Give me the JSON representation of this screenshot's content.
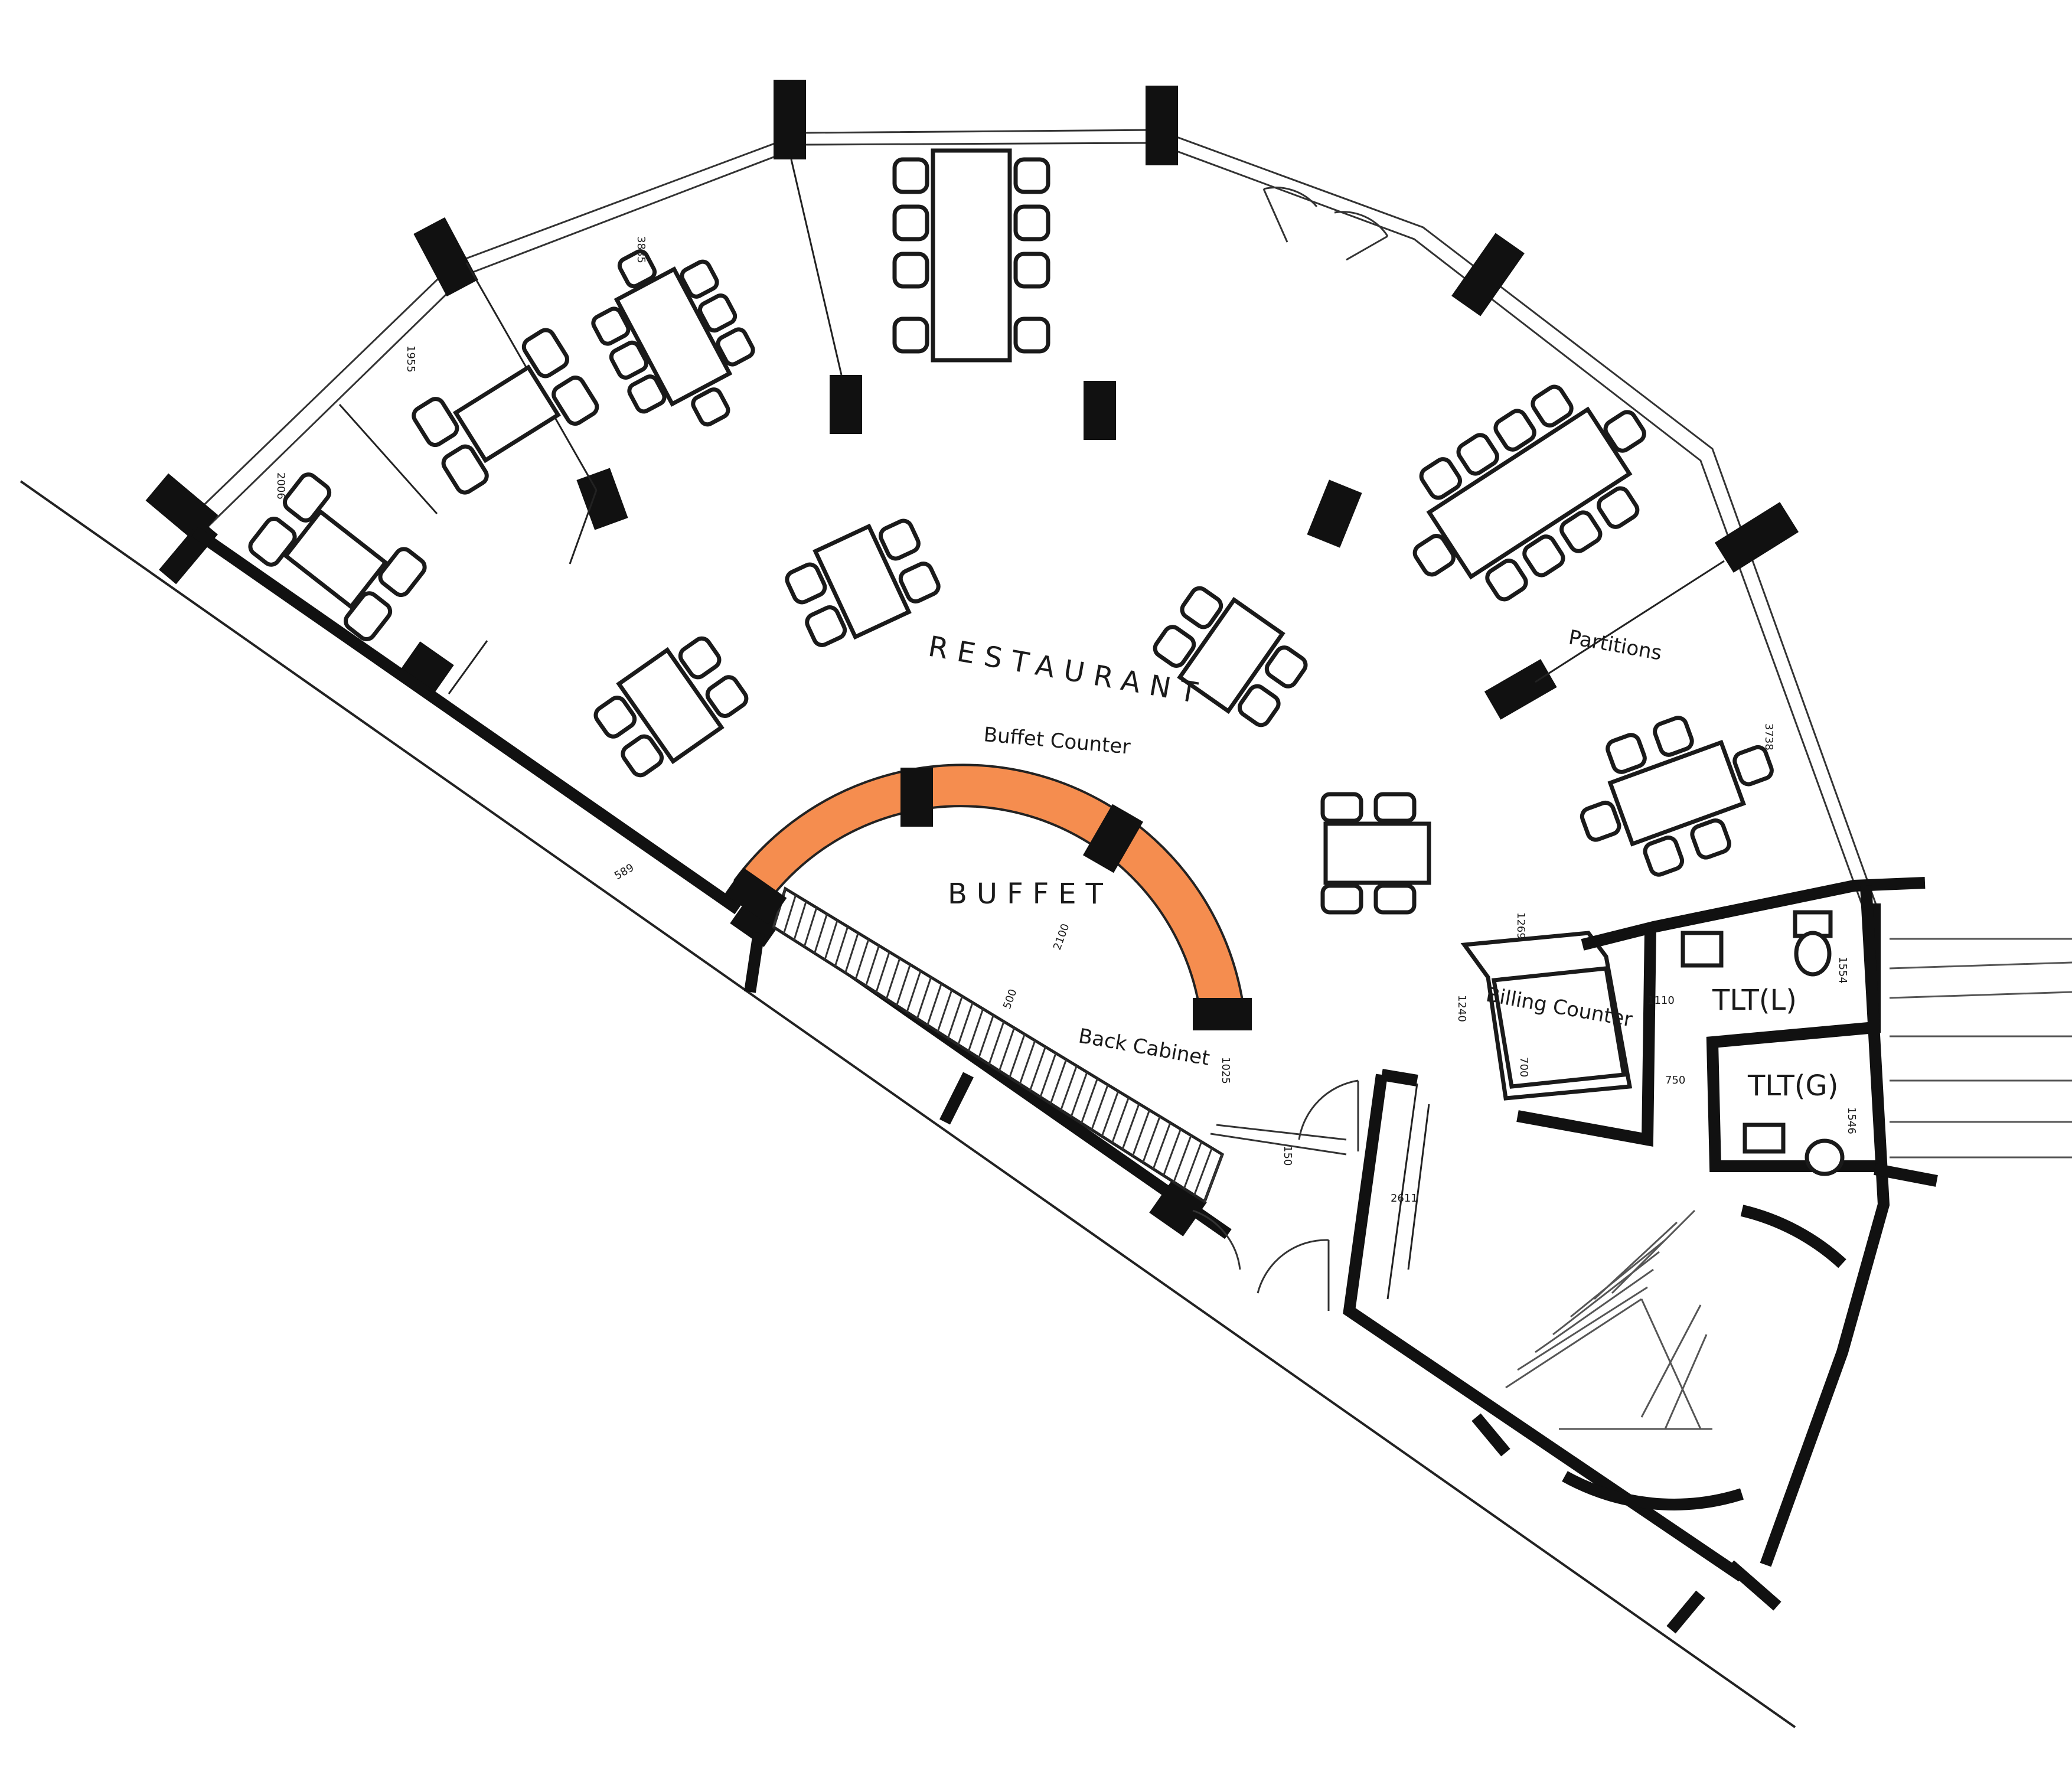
{
  "labels": {
    "restaurant": "RESTAURANT",
    "buffet": "BUFFET",
    "buffet_counter": "Buffet Counter",
    "back_cabinet": "Back Cabinet",
    "billing_counter": "Billing Counter",
    "partitions": "Partitions",
    "toilet_ladies": "TLT(L)",
    "toilet_gents": "TLT(G)"
  },
  "dimensions": {
    "d3885": "3885",
    "d1955": "1955",
    "d2006": "2006",
    "d589": "589",
    "d2100": "2100",
    "d500": "500",
    "d1025": "1025",
    "d3738": "3738",
    "d1269": "1269",
    "d1110": "1110",
    "d1240": "1240",
    "d700": "700",
    "d750": "750",
    "d1554": "1554",
    "d1546": "1546",
    "d2611": "2611",
    "d150": "150"
  },
  "colors": {
    "buffet_counter": "#F58D4F",
    "wall": "#111111",
    "background": "#FFFFFF"
  }
}
